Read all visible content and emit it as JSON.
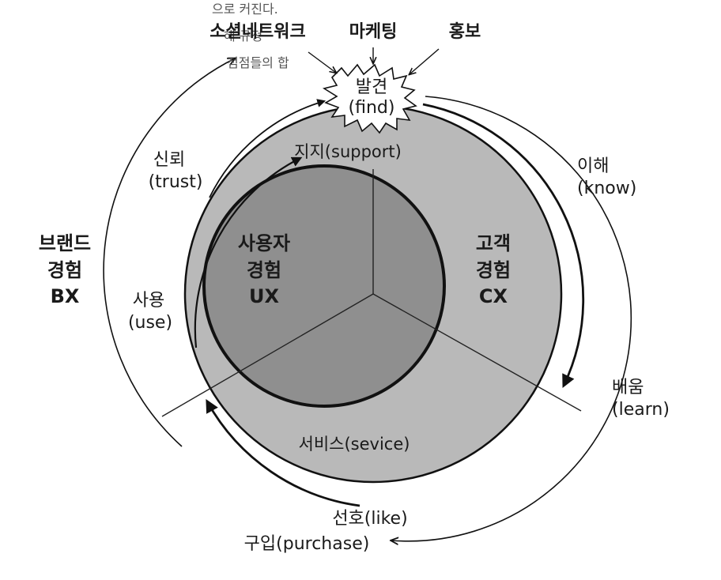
{
  "corner_text": {
    "line1": "으로 커진다.",
    "line2": "해 규정",
    "line3": "점점들의 합"
  },
  "top_sources": {
    "social": "소셜네트워크",
    "marketing": "마케팅",
    "pr": "홍보"
  },
  "discovery": {
    "ko": "발견",
    "en": "(find)"
  },
  "ring_labels": {
    "trust_ko": "신뢰",
    "trust_en": "(trust)",
    "use_ko": "사용",
    "use_en": "(use)",
    "know_ko": "이해",
    "know_en": "(know)",
    "learn_ko": "배움",
    "learn_en": "(learn)",
    "like": "선호(like)",
    "purchase": "구입(purchase)"
  },
  "circle_labels": {
    "support": "지지(support)",
    "service": "서비스(sevice)"
  },
  "experiences": {
    "bx": {
      "line1": "브랜드",
      "line2": "경험",
      "line3": "BX"
    },
    "ux": {
      "line1": "사용자",
      "line2": "경험",
      "line3": "UX"
    },
    "cx": {
      "line1": "고객",
      "line2": "경험",
      "line3": "CX"
    }
  },
  "colors": {
    "outer_circle": "#b9b9b9",
    "inner_circle": "#8f8f8f",
    "stroke": "#111111"
  }
}
